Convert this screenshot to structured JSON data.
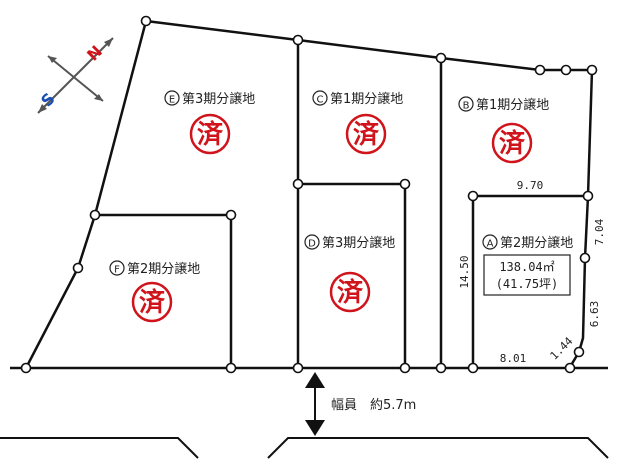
{
  "compass": {
    "north": "N",
    "south": "S",
    "colors": {
      "north": "#d0141c",
      "south": "#1a4fb4"
    }
  },
  "lots": [
    {
      "id": "E",
      "circle": "E",
      "label": "第3期分譲地",
      "stamp": "済"
    },
    {
      "id": "C",
      "circle": "C",
      "label": "第1期分譲地",
      "stamp": "済"
    },
    {
      "id": "B",
      "circle": "B",
      "label": "第1期分譲地",
      "stamp": "済"
    },
    {
      "id": "D",
      "circle": "D",
      "label": "第3期分譲地",
      "stamp": "済"
    },
    {
      "id": "F",
      "circle": "F",
      "label": "第2期分譲地",
      "stamp": "済"
    },
    {
      "id": "A",
      "circle": "A",
      "label": "第2期分譲地",
      "area_sqm": "138.04㎡",
      "area_tsubo": "(41.75坪)"
    }
  ],
  "dimensions": {
    "top": "9.70",
    "left": "14.50",
    "right_upper": "7.04",
    "right_lower": "6.63",
    "bottom": "8.01",
    "corner": "1.44"
  },
  "road": {
    "label": "幅員　約5.7m"
  },
  "colors": {
    "stamp": "#d0141c",
    "lines": "#111111"
  }
}
